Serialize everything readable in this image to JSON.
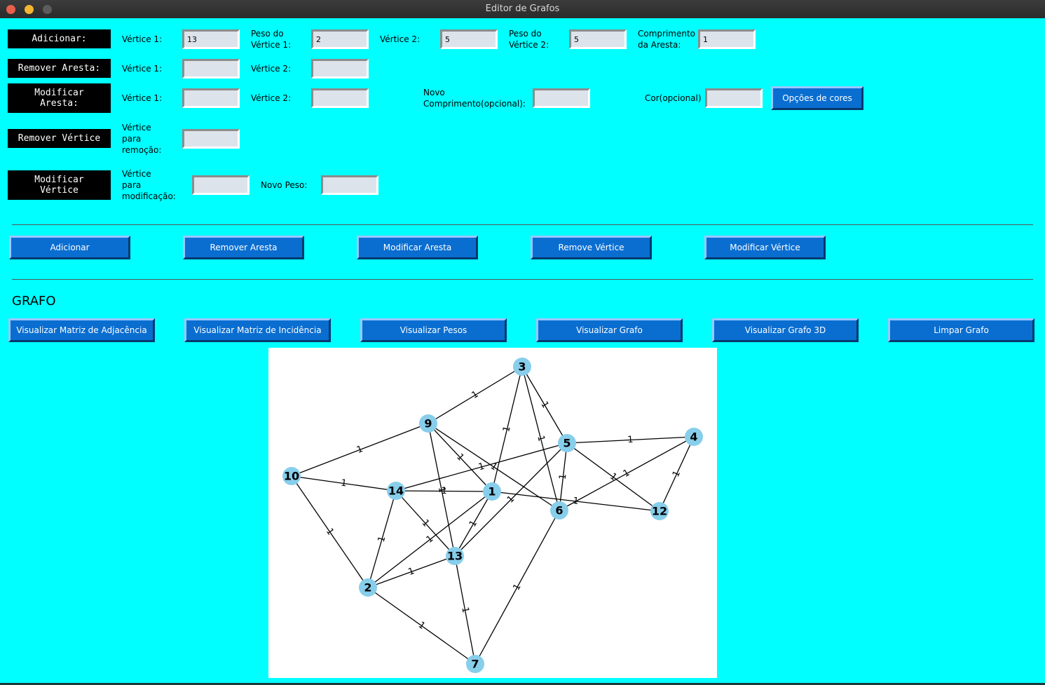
{
  "window": {
    "title": "Editor de Grafos"
  },
  "rows": {
    "add": {
      "title": "Adicionar:",
      "v1_label": "Vértice 1:",
      "v1_value": "13",
      "w1_label": "Peso do\nVértice 1:",
      "w1_value": "2",
      "v2_label": "Vértice 2:",
      "v2_value": "5",
      "w2_label": "Peso do\nVértice 2:",
      "w2_value": "5",
      "len_label": "Comprimento\nda Aresta:",
      "len_value": "1"
    },
    "remove_edge": {
      "title": "Remover Aresta:",
      "v1_label": "Vértice 1:",
      "v2_label": "Vértice 2:"
    },
    "modify_edge": {
      "title": "Modificar\nAresta:",
      "v1_label": "Vértice 1:",
      "v2_label": "Vértice 2:",
      "len_label": "Novo\nComprimento(opcional):",
      "color_label": "Cor(opcional)",
      "color_button": "Opções de cores"
    },
    "remove_vertex": {
      "title": "Remover Vértice",
      "v_label": "Vértice\npara\nremoção:"
    },
    "modify_vertex": {
      "title": "Modificar\nVértice",
      "v_label": "Vértice\npara\nmodificação:",
      "weight_label": "Novo Peso:"
    }
  },
  "actions": [
    "Adicionar",
    "Remover Aresta",
    "Modificar Aresta",
    "Remove Vértice",
    "Modificar Vértice"
  ],
  "graph_section": {
    "heading": "GRAFO"
  },
  "views": [
    "Visualizar Matriz de Adjacência",
    "Visualizar Matriz de Incidência",
    "Visualizar Pesos",
    "Visualizar Grafo",
    "Visualizar Grafo 3D",
    "Limpar Grafo"
  ],
  "graph": {
    "node_color": "#87ceeb",
    "nodes": [
      "3",
      "9",
      "5",
      "4",
      "10",
      "14",
      "1",
      "6",
      "12",
      "13",
      "2",
      "7"
    ],
    "edges": [
      [
        "9",
        "3",
        "1"
      ],
      [
        "3",
        "1",
        "1"
      ],
      [
        "3",
        "6",
        "1"
      ],
      [
        "3",
        "5",
        "1"
      ],
      [
        "9",
        "10",
        "1"
      ],
      [
        "9",
        "1",
        "1"
      ],
      [
        "9",
        "6",
        "1"
      ],
      [
        "9",
        "13",
        "1"
      ],
      [
        "5",
        "4",
        "1"
      ],
      [
        "5",
        "14",
        "1"
      ],
      [
        "5",
        "12",
        "1"
      ],
      [
        "5",
        "13",
        "1"
      ],
      [
        "5",
        "6",
        "1"
      ],
      [
        "4",
        "12",
        "1"
      ],
      [
        "4",
        "6",
        "1"
      ],
      [
        "10",
        "14",
        "1"
      ],
      [
        "10",
        "2",
        "1"
      ],
      [
        "14",
        "1",
        "1"
      ],
      [
        "14",
        "13",
        "1"
      ],
      [
        "14",
        "2",
        "1"
      ],
      [
        "1",
        "12",
        "1"
      ],
      [
        "1",
        "13",
        "1"
      ],
      [
        "1",
        "2",
        "1"
      ],
      [
        "2",
        "13",
        "1"
      ],
      [
        "2",
        "7",
        "1"
      ],
      [
        "13",
        "7",
        "1"
      ],
      [
        "6",
        "7",
        "1"
      ]
    ]
  }
}
